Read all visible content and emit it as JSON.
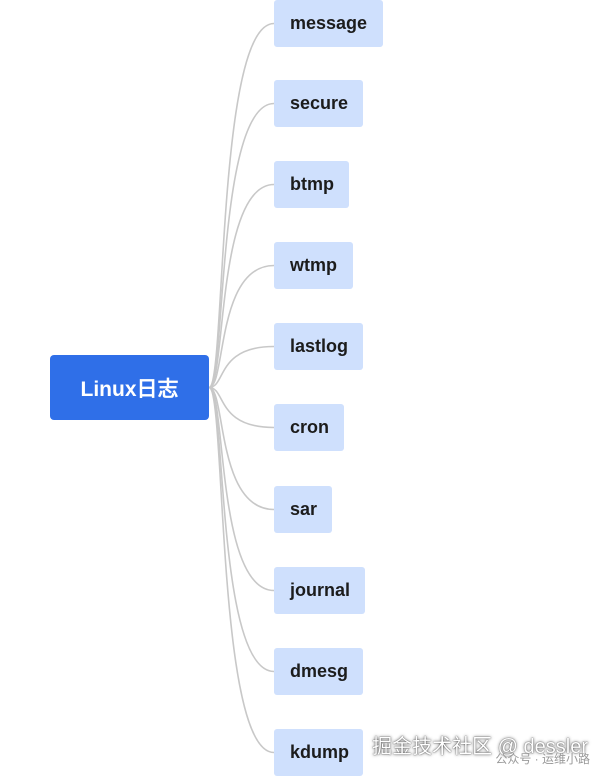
{
  "root": {
    "label": "Linux日志",
    "color": "#2f6fe8"
  },
  "children": [
    {
      "label": "message"
    },
    {
      "label": "secure"
    },
    {
      "label": "btmp"
    },
    {
      "label": "wtmp"
    },
    {
      "label": "lastlog"
    },
    {
      "label": "cron"
    },
    {
      "label": "sar"
    },
    {
      "label": "journal"
    },
    {
      "label": "dmesg"
    },
    {
      "label": "kdump"
    }
  ],
  "leaf_color": "#cfe0fd",
  "connector_color": "#c8c8c8",
  "watermark": {
    "text": "掘金技术社区 @ dessler",
    "sub": "公众号 · 运维小路"
  }
}
